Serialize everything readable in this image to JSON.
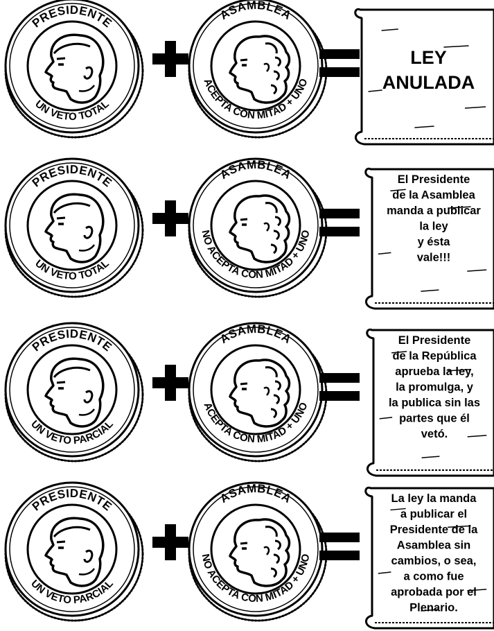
{
  "rows": [
    {
      "president": {
        "top": "PRESIDENTE",
        "bottom": "UN VETO TOTAL"
      },
      "assembly": {
        "top": "ASAMBLEA",
        "bottom": "ACEPTA CON MITAD + UNO"
      },
      "result": [
        "LEY",
        "ANULADA"
      ]
    },
    {
      "president": {
        "top": "PRESIDENTE",
        "bottom": "UN VETO TOTAL"
      },
      "assembly": {
        "top": "ASAMBLEA",
        "bottom": "NO ACEPTA CON MITAD + UNO"
      },
      "result": [
        "El Presidente",
        "de la Asamblea",
        "manda a publicar",
        "la ley",
        "y ésta",
        "vale!!!"
      ]
    },
    {
      "president": {
        "top": "PRESIDENTE",
        "bottom": "UN VETO PARCIAL"
      },
      "assembly": {
        "top": "ASAMBLEA",
        "bottom": "ACEPTA CON MITAD + UNO"
      },
      "result": [
        "El Presidente",
        "de la República",
        "aprueba la ley,",
        "la promulga, y",
        "la publica sin las",
        "partes que él",
        "vetó."
      ]
    },
    {
      "president": {
        "top": "PRESIDENTE",
        "bottom": "UN VETO PARCIAL"
      },
      "assembly": {
        "top": "ASAMBLEA",
        "bottom": "NO ACEPTA CON MITAD + UNO"
      },
      "result": [
        "La ley la manda",
        "a publicar el",
        "Presidente de la",
        "Asamblea sin",
        "cambios, o sea,",
        "a como fue",
        "aprobada por el",
        "Plenario."
      ]
    }
  ],
  "icons": {
    "plus": "plus-icon",
    "equals": "equals-icon",
    "president_portrait": "male-profile-icon",
    "assembly_portrait": "female-profile-icon",
    "scroll": "scroll-icon"
  }
}
